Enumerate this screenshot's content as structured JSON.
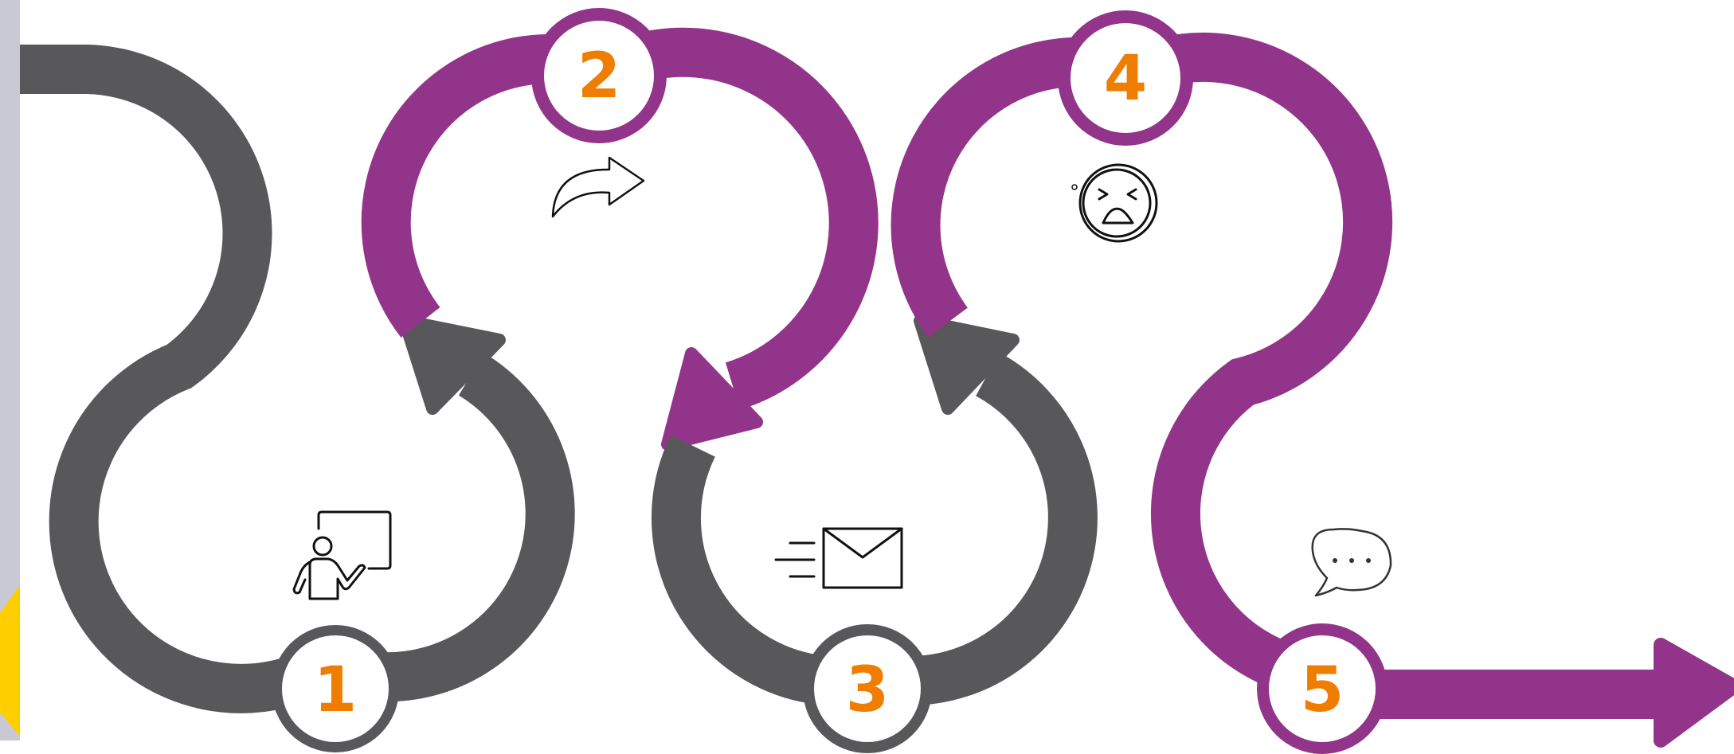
{
  "colors": {
    "gray": "#58585a",
    "purple": "#92358a",
    "orange": "#ee7d00",
    "panel": "#c8c9d5",
    "yellow": "#ffce00",
    "white": "#ffffff",
    "icon_stroke": "#111111"
  },
  "steps": [
    {
      "number": "1",
      "color": "gray",
      "icon": "presenter-board-icon"
    },
    {
      "number": "2",
      "color": "purple",
      "icon": "share-arrow-icon"
    },
    {
      "number": "3",
      "color": "gray",
      "icon": "email-send-icon"
    },
    {
      "number": "4",
      "color": "purple",
      "icon": "upset-face-icon"
    },
    {
      "number": "5",
      "color": "purple",
      "icon": "speech-bubble-icon"
    }
  ]
}
